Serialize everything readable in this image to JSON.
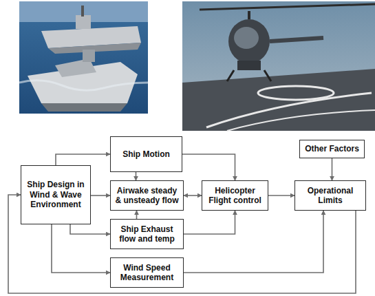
{
  "diagram": {
    "nodes": [
      {
        "text": [
          "Ship Design in Wind & Wave Environment"
        ]
      },
      {
        "text": [
          "Ship Motion"
        ]
      },
      {
        "text": [
          "Airwake steady & unsteady flow"
        ]
      },
      {
        "text": [
          "Ship Exhaust flow and temp"
        ]
      },
      {
        "text": [
          "Wind Speed Measurement"
        ]
      },
      {
        "text": [
          "Helicopter Flight control"
        ]
      },
      {
        "text": [
          "Other Factors"
        ]
      },
      {
        "text": [
          "Operational Limits"
        ]
      }
    ],
    "edges": [
      {
        "from": 0,
        "to": 1,
        "arrow": "to"
      },
      {
        "from": 0,
        "to": 2,
        "arrow": "to"
      },
      {
        "from": 0,
        "to": 3,
        "arrow": "to"
      },
      {
        "from": 0,
        "to": 4,
        "arrow": "to"
      },
      {
        "from": 1,
        "to": 2,
        "arrow": "to"
      },
      {
        "from": 1,
        "to": 5,
        "arrow": "to"
      },
      {
        "from": 3,
        "to": 2,
        "arrow": "to"
      },
      {
        "from": 2,
        "to": 5,
        "arrow": "both"
      },
      {
        "from": 3,
        "to": 5,
        "arrow": "to"
      },
      {
        "from": 5,
        "to": 7,
        "arrow": "to"
      },
      {
        "from": 6,
        "to": 7,
        "arrow": "to"
      },
      {
        "from": 4,
        "to": 7,
        "arrow": "to"
      },
      {
        "from": 7,
        "to": 0,
        "arrow": "to"
      }
    ]
  }
}
